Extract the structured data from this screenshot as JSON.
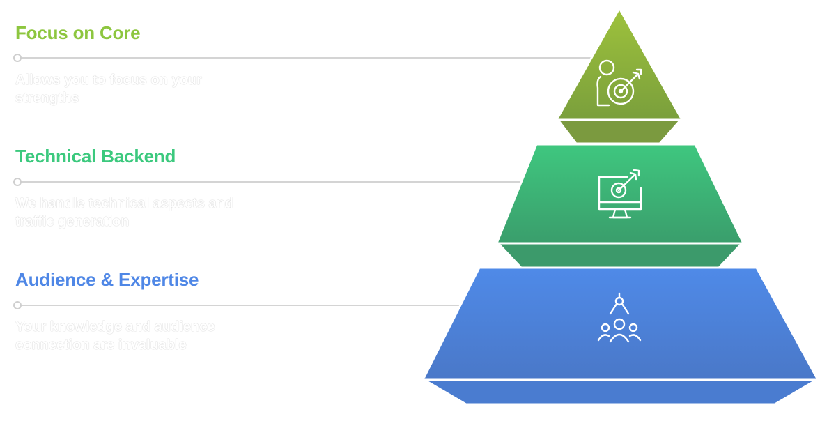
{
  "tiers": [
    {
      "title": "Focus on Core",
      "description": "Allows you to focus on your strengths",
      "color": "#8dc63f",
      "icon": "person-target-icon"
    },
    {
      "title": "Technical Backend",
      "description": "We handle technical aspects and traffic generation",
      "color": "#3cc97e",
      "icon": "monitor-target-icon"
    },
    {
      "title": "Audience & Expertise",
      "description": "Your knowledge and audience connection are invaluable",
      "color": "#4f87e6",
      "icon": "audience-network-icon"
    }
  ]
}
